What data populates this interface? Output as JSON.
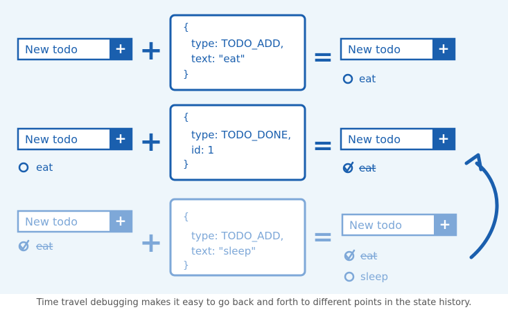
{
  "colors": {
    "primary": "#1a5fae",
    "faded": "#7ea8d8",
    "background": "#eef6fb",
    "caption_text": "#555555"
  },
  "rows": [
    {
      "input": {
        "placeholder": "New todo",
        "button": "+",
        "todos": []
      },
      "operator_plus": "+",
      "action": {
        "open": "{",
        "line1": "type:  TODO_ADD,",
        "line2": "text:  \"eat\"",
        "close": "}"
      },
      "operator_equals": "=",
      "result": {
        "placeholder": "New todo",
        "button": "+",
        "todos": [
          {
            "text": "eat",
            "done": false
          }
        ]
      }
    },
    {
      "input": {
        "placeholder": "New todo",
        "button": "+",
        "todos": [
          {
            "text": "eat",
            "done": false
          }
        ]
      },
      "operator_plus": "+",
      "action": {
        "open": "{",
        "line1": "type:  TODO_DONE,",
        "line2": "id:  1",
        "close": "}"
      },
      "operator_equals": "=",
      "result": {
        "placeholder": "New todo",
        "button": "+",
        "todos": [
          {
            "text": "eat",
            "done": true
          }
        ]
      }
    },
    {
      "input": {
        "placeholder": "New todo",
        "button": "+",
        "todos": [
          {
            "text": "eat",
            "done": true
          }
        ]
      },
      "operator_plus": "+",
      "action": {
        "open": "{",
        "line1": "type:  TODO_ADD,",
        "line2": "text:  \"sleep\"",
        "close": "}"
      },
      "operator_equals": "=",
      "result": {
        "placeholder": "New todo",
        "button": "+",
        "todos": [
          {
            "text": "eat",
            "done": true
          },
          {
            "text": "sleep",
            "done": false
          }
        ]
      }
    }
  ],
  "caption": "Time travel debugging makes it easy to go back and forth to different points in the state history."
}
